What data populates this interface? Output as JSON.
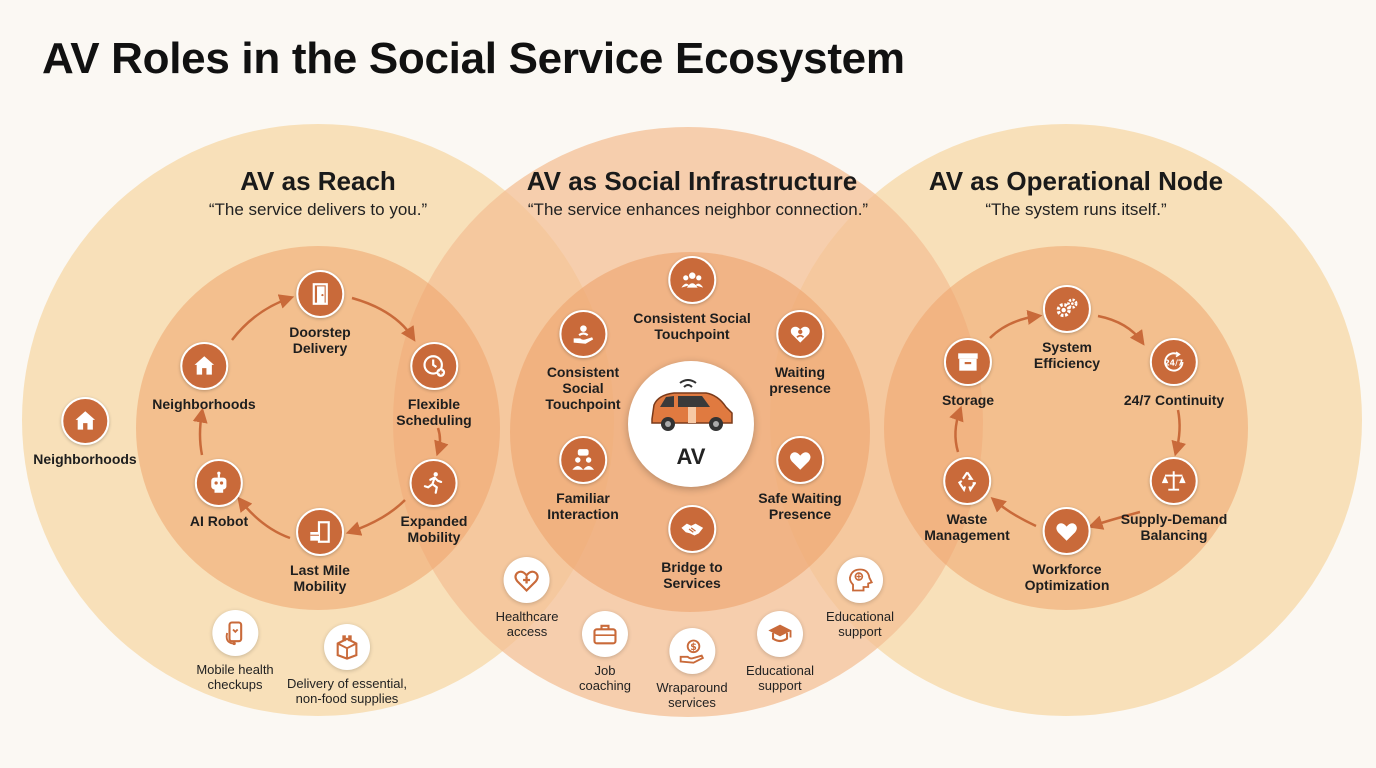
{
  "title": "AV Roles in the Social Service Ecosystem",
  "colors": {
    "background": "#fbf8f3",
    "outer_left": "#f7dcae",
    "outer_center": "#f4c096",
    "outer_right": "#f7dcae",
    "inner": "#eea46c",
    "icon_fill": "#c96a3a",
    "arrow": "#c96a3a"
  },
  "reach": {
    "heading": "AV as Reach",
    "quote": "“The service delivers to you.”",
    "outer_node": {
      "label": "Neighborhoods",
      "icon": "house-icon"
    },
    "cycle": [
      {
        "label": "Doorstep\nDelivery",
        "icon": "door-icon"
      },
      {
        "label": "Flexible\nScheduling",
        "icon": "clock-plus-icon"
      },
      {
        "label": "Expanded\nMobility",
        "icon": "running-person-icon"
      },
      {
        "label": "Last Mile\nMobility",
        "icon": "box-door-icon"
      },
      {
        "label": "AI Robot",
        "icon": "robot-icon"
      },
      {
        "label": "Neighborhoods",
        "icon": "house-icon"
      }
    ],
    "services": [
      {
        "label": "Mobile health\ncheckups",
        "icon": "phone-stethoscope-icon"
      },
      {
        "label": "Delivery of essential,\nnon-food supplies",
        "icon": "package-icon"
      }
    ]
  },
  "social": {
    "heading": "AV as Social Infrastructure",
    "quote": "“The service enhances neighbor connection.”",
    "center_label": "AV",
    "center_icon": "car-icon",
    "nodes": [
      {
        "label": "Consistent Social\nTouchpoint",
        "icon": "group-icon"
      },
      {
        "label": "Consistent\nSocial\nTouchpoint",
        "icon": "hand-person-icon"
      },
      {
        "label": "Waiting\npresence",
        "icon": "heart-person-icon"
      },
      {
        "label": "Familiar\nInteraction",
        "icon": "people-chat-icon"
      },
      {
        "label": "Safe Waiting\nPresence",
        "icon": "heart-icon"
      },
      {
        "label": "Bridge to\nServices",
        "icon": "handshake-icon"
      }
    ],
    "services": [
      {
        "label": "Healthcare\naccess",
        "icon": "heart-plus-icon"
      },
      {
        "label": "Job\ncoaching",
        "icon": "briefcase-icon"
      },
      {
        "label": "Wraparound\nservices",
        "icon": "dollar-hand-icon"
      },
      {
        "label": "Educational\nsupport",
        "icon": "graduation-cap-icon"
      },
      {
        "label": "Educational\nsupport",
        "icon": "brain-head-icon"
      }
    ]
  },
  "operational": {
    "heading": "AV as Operational Node",
    "quote": "“The system runs itself.”",
    "cycle": [
      {
        "label": "System\nEfficiency",
        "icon": "gears-icon"
      },
      {
        "label": "24/7 Continuity",
        "icon": "clock-24-7-icon",
        "icon_text": "24/7"
      },
      {
        "label": "Supply-Demand\nBalancing",
        "icon": "scales-icon"
      },
      {
        "label": "Workforce\nOptimization",
        "icon": "heart-icon"
      },
      {
        "label": "Waste\nManagement",
        "icon": "recycle-icon"
      },
      {
        "label": "Storage",
        "icon": "storage-box-icon"
      }
    ]
  }
}
